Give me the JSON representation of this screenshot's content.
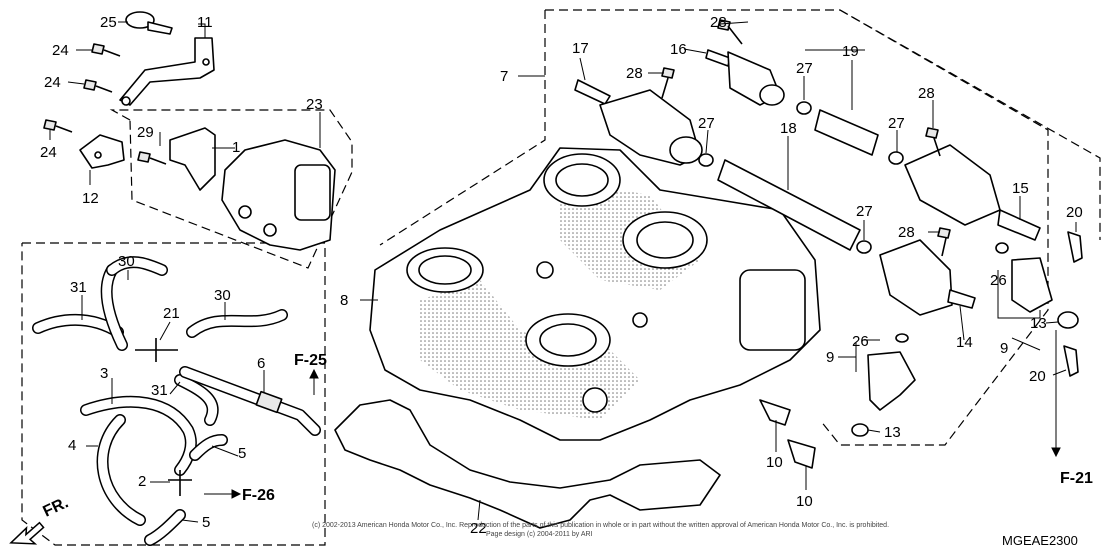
{
  "diagram": {
    "callouts": {
      "c1": "1",
      "c2": "2",
      "c3": "3",
      "c4": "4",
      "c5a": "5",
      "c5b": "5",
      "c6": "6",
      "c7": "7",
      "c8": "8",
      "c9a": "9",
      "c9b": "9",
      "c10a": "10",
      "c10b": "10",
      "c11": "11",
      "c12": "12",
      "c13a": "13",
      "c13b": "13",
      "c14": "14",
      "c15": "15",
      "c16": "16",
      "c17": "17",
      "c18": "18",
      "c19": "19",
      "c20a": "20",
      "c20b": "20",
      "c21": "21",
      "c22": "22",
      "c23": "23",
      "c24a": "24",
      "c24b": "24",
      "c24c": "24",
      "c25": "25",
      "c26a": "26",
      "c26b": "26",
      "c27a": "27",
      "c27b": "27",
      "c27c": "27",
      "c27d": "27",
      "c28a": "28",
      "c28b": "28",
      "c28c": "28",
      "c28d": "28",
      "c29": "29",
      "c30a": "30",
      "c30b": "30",
      "c31a": "31",
      "c31b": "31"
    },
    "references": {
      "f25": "F-25",
      "f26": "F-26",
      "f21": "F-21"
    },
    "front_label": "FR.",
    "diagram_code": "MGEAE2300",
    "copyright_line1": "(c) 2002-2013 American Honda Motor Co., Inc. Reproduction of the parts of this publication in whole or in part without the written approval of American Honda Motor Co., Inc. is prohibited.",
    "copyright_line2": "Page design (c) 2004-2011 by ARI"
  }
}
